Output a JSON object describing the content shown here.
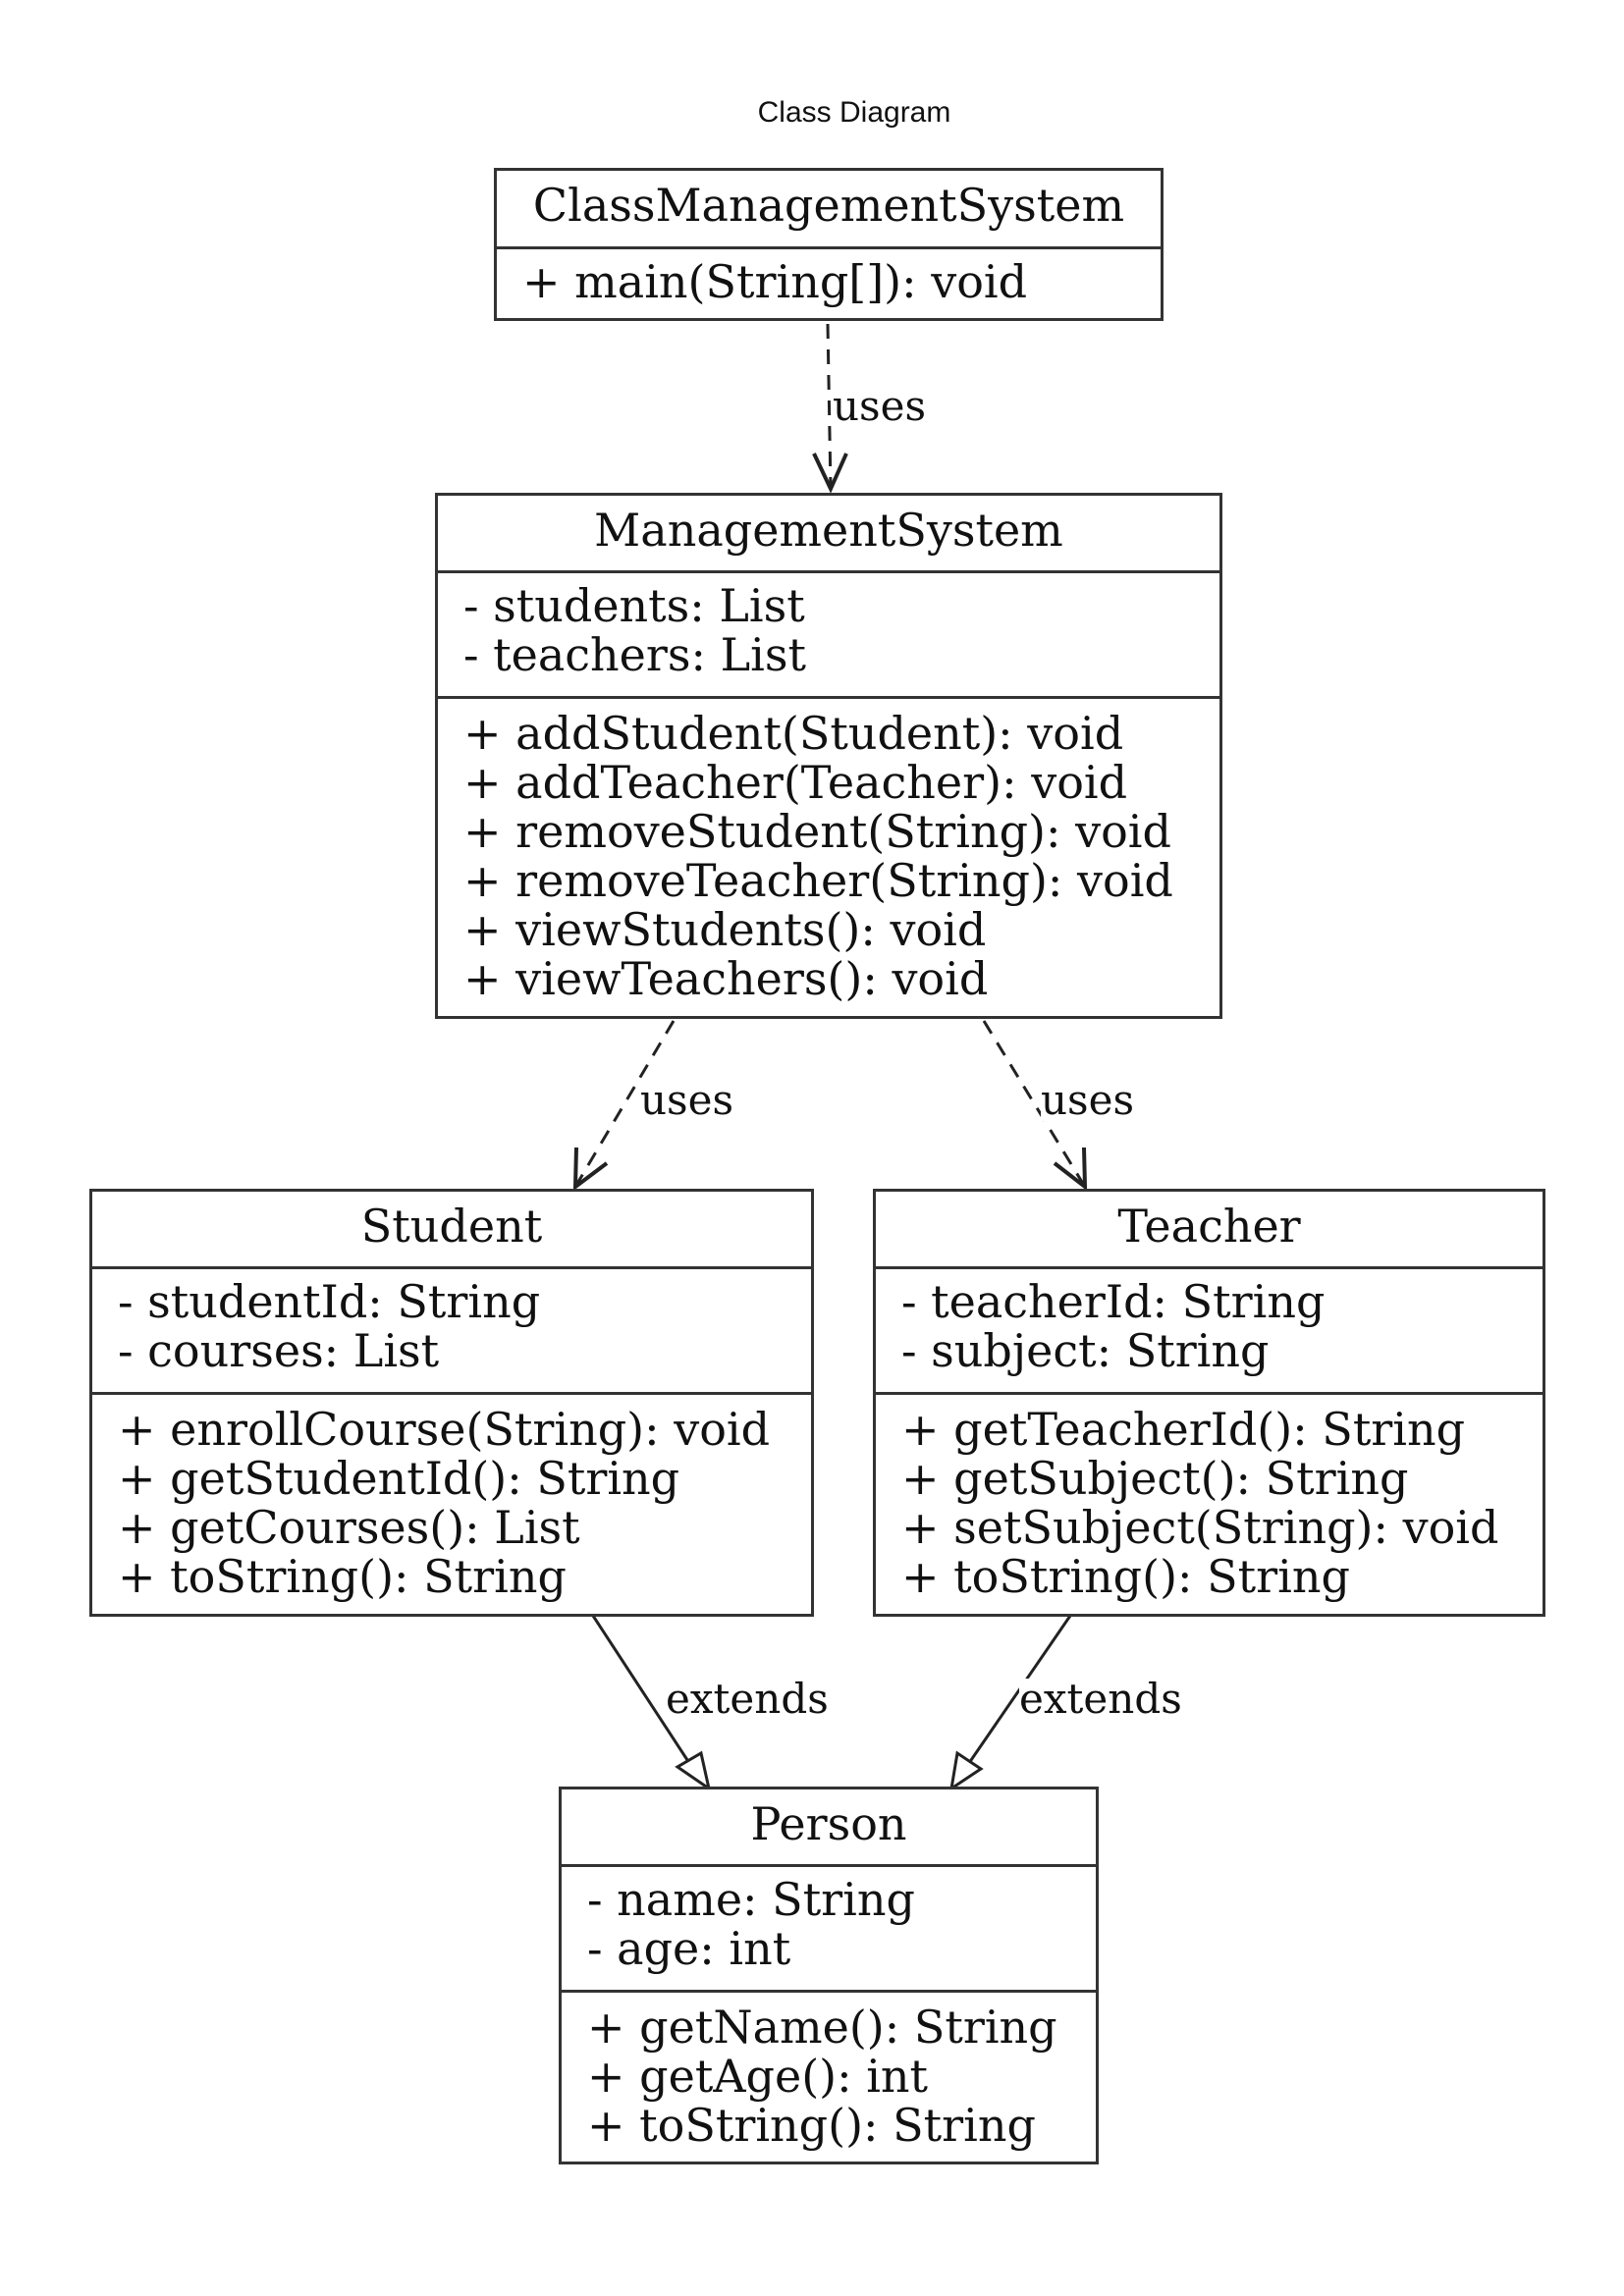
{
  "title": "Class Diagram",
  "classes": {
    "cms": {
      "name": "ClassManagementSystem",
      "attributes": [],
      "methods": [
        "+ main(String[]): void"
      ]
    },
    "ms": {
      "name": "ManagementSystem",
      "attributes": [
        "- students: List",
        "- teachers: List"
      ],
      "methods": [
        "+ addStudent(Student): void",
        "+ addTeacher(Teacher): void",
        "+ removeStudent(String): void",
        "+ removeTeacher(String): void",
        "+ viewStudents(): void",
        "+ viewTeachers(): void"
      ]
    },
    "student": {
      "name": "Student",
      "attributes": [
        "- studentId: String",
        "- courses: List"
      ],
      "methods": [
        "+ enrollCourse(String): void",
        "+ getStudentId(): String",
        "+ getCourses(): List",
        "+ toString(): String"
      ]
    },
    "teacher": {
      "name": "Teacher",
      "attributes": [
        "- teacherId: String",
        "- subject: String"
      ],
      "methods": [
        "+ getTeacherId(): String",
        "+ getSubject(): String",
        "+ setSubject(String): void",
        "+ toString(): String"
      ]
    },
    "person": {
      "name": "Person",
      "attributes": [
        "- name: String",
        "- age: int"
      ],
      "methods": [
        "+ getName(): String",
        "+ getAge(): int",
        "+ toString(): String"
      ]
    }
  },
  "relations": {
    "cms_ms": "uses",
    "ms_student": "uses",
    "ms_teacher": "uses",
    "student_person": "extends",
    "teacher_person": "extends"
  }
}
